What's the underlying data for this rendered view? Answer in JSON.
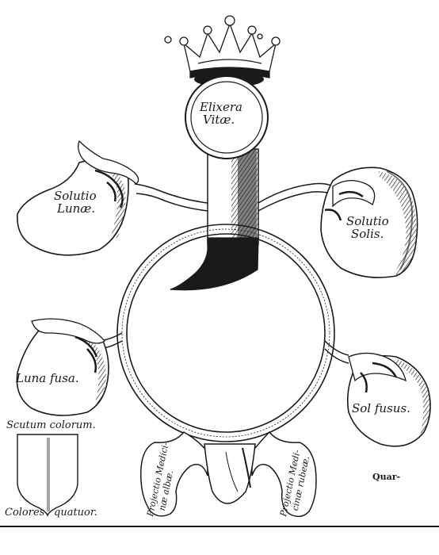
{
  "crown": {
    "icon": "crown-icon"
  },
  "top_medallion": {
    "line1": "Elixera",
    "line2": "Vitæ."
  },
  "left_upper_shield": {
    "line1": "Solutio",
    "line2": "Lunæ."
  },
  "right_upper_shield": {
    "line1": "Solutio",
    "line2": "Solis."
  },
  "left_lower_shield": {
    "line1": "Luna fusa."
  },
  "right_lower_shield": {
    "line1": "Sol fusus."
  },
  "scutum_caption": "Scutum colorum.",
  "scutum_footer": {
    "word1": "Colores",
    "word2": "quatuor."
  },
  "left_tongue": {
    "line1": "Projectio Medici-",
    "line2": "næ albæ."
  },
  "right_tongue": {
    "line1": "Projectio Medi-",
    "line2": "cinæ rubeæ."
  },
  "catchword": "Quar-",
  "colors": {
    "ink": "#1a1a1a",
    "paper": "#ffffff"
  }
}
